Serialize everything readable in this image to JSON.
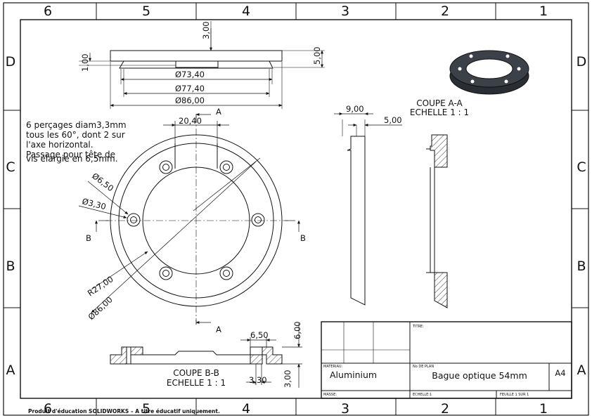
{
  "zones": {
    "cols": [
      "6",
      "5",
      "4",
      "3",
      "2",
      "1"
    ],
    "rows": [
      "D",
      "C",
      "B",
      "A"
    ]
  },
  "dims": {
    "top_height": "3,00",
    "left_thk": "1,00",
    "right_thk": "5,00",
    "d1": "Ø73,40",
    "d2": "Ø77,40",
    "d3": "Ø86,00",
    "slot_w": "20,40",
    "hole_d1": "Ø6,50",
    "hole_d2": "Ø3,30",
    "radius": "R27,00",
    "bolt_d": "Ø86,00",
    "sec_w1": "9,00",
    "sec_w2": "5,00",
    "bb_cb": "6,50",
    "bb_h1": "6,00",
    "bb_h2": "3,00",
    "bb_hole": "3,30"
  },
  "labels": {
    "sec_mark_a": "A",
    "sec_mark_b": "B",
    "coupe_aa": "COUPE A-A",
    "echelle_aa": "ECHELLE 1 : 1",
    "coupe_bb": "COUPE B-B",
    "echelle_bb": "ECHELLE 1 : 1"
  },
  "note": [
    "6 perçages diam3,3mm",
    "tous les 60°, dont 2 sur",
    "l'axe horizontal.",
    "Passage pour tête de",
    "vis élargie en 6,5mm."
  ],
  "title_block": {
    "titre_label": "TITRE:",
    "materiau_label": "MATERIAU:",
    "materiau": "Aluminium",
    "noplan_label": "No DE PLAN",
    "titre": "Bague optique 54mm",
    "format": "A4",
    "masse_label": "MASSE:",
    "echelle_label": "ECHELLE:1",
    "feuille_label": "FEUILLE 1 SUR 1"
  },
  "footer": "Produit d'éducation SOLIDWORKS – A titre éducatif uniquement."
}
